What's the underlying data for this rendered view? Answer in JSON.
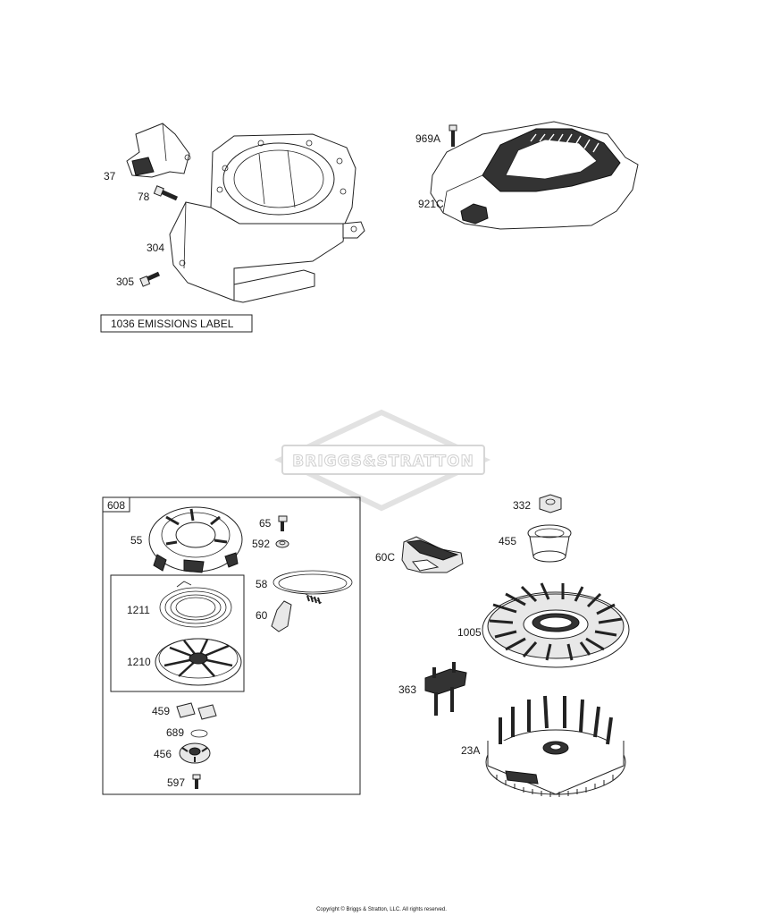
{
  "labels": {
    "p37": "37",
    "p78": "78",
    "p304": "304",
    "p305": "305",
    "emissions": "1036 EMISSIONS LABEL",
    "p969a": "969A",
    "p921c": "921C",
    "watermark": "BRIGGS&STRATTON",
    "p608": "608",
    "p55": "55",
    "p65": "65",
    "p592": "592",
    "p58": "58",
    "p60": "60",
    "p1211": "1211",
    "p1210": "1210",
    "p459": "459",
    "p689": "689",
    "p456": "456",
    "p597": "597",
    "p332": "332",
    "p455": "455",
    "p60c": "60C",
    "p1005": "1005",
    "p363": "363",
    "p23a": "23A"
  },
  "copyright": "Copyright © Briggs & Stratton, LLC. All rights reserved."
}
